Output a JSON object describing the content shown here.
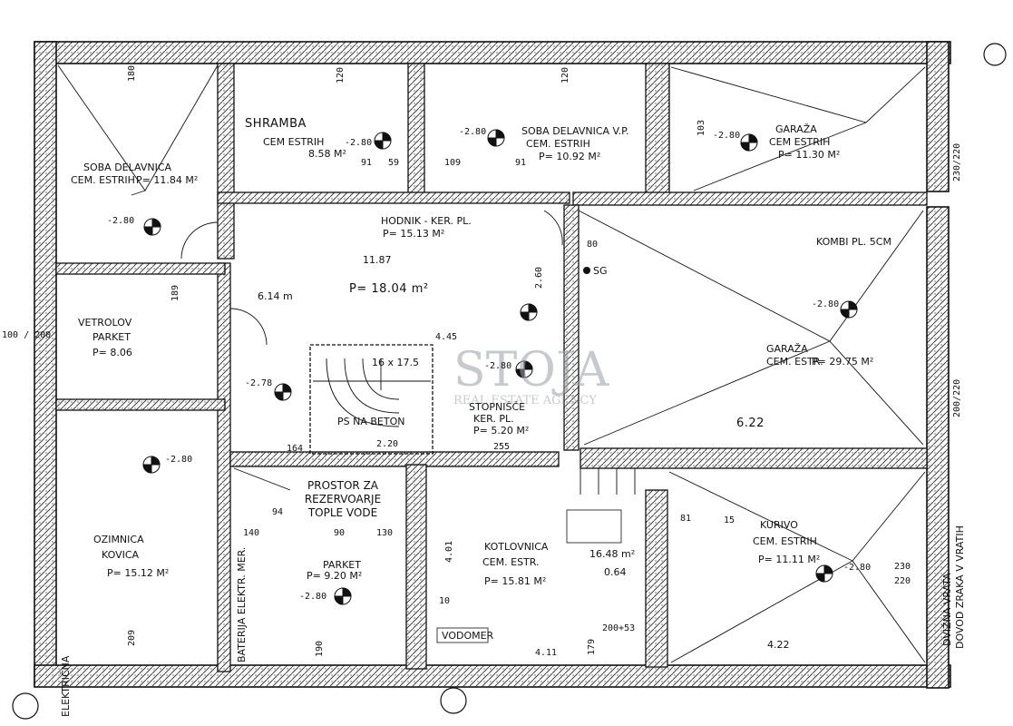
{
  "watermark": {
    "name": "STOJA",
    "tagline": "REAL ESTATE AGENCY"
  },
  "rooms": [
    {
      "id": "soba-delavnica-1",
      "name": "SOBA DELAVNICA",
      "floor": "CEM. ESTRIH",
      "area": "P= 11.84 M²",
      "level": "-2.80"
    },
    {
      "id": "shramba",
      "name": "SHRAMBA",
      "floor": "CEM ESTRIH",
      "area": "8.58 M²",
      "level": "-2.80"
    },
    {
      "id": "soba-delavnica-2",
      "name": "SOBA DELAVNICA V.P.",
      "floor": "CEM. ESTRIH",
      "area": "P= 10.92 M²",
      "level": "-2.80"
    },
    {
      "id": "garaza-1",
      "name": "GARAŽA",
      "floor": "CEM ESTRIH",
      "area": "P= 11.30 M²",
      "level": "-2.80"
    },
    {
      "id": "hodnik",
      "name": "HODNIK - KER. PL.",
      "floor": "",
      "area": "P= 15.13 M²",
      "level": ""
    },
    {
      "id": "hodnik-hand",
      "name": "",
      "floor": "",
      "area": "P= 18.04 m²",
      "level": "-2.78"
    },
    {
      "id": "vetrolov",
      "name": "VETROLOV",
      "floor": "PARKET",
      "area": "P= 8.06",
      "level": ""
    },
    {
      "id": "stopnisce",
      "name": "STOPNIŠČE",
      "floor": "KER. PL.",
      "area": "P= 5.20 M²",
      "level": "-2.80"
    },
    {
      "id": "garaza-2",
      "name": "GARAŽA",
      "floor": "CEM. ESTR.",
      "area": "P= 29.75 M²",
      "level": "-2.80"
    },
    {
      "id": "ozimnica",
      "name": "OZIMNICA",
      "floor": "KOVICA",
      "area": "P= 15.12 M²",
      "level": "-2.80"
    },
    {
      "id": "prostor-rezervoarje",
      "name": "PROSTOR ZA REZERVOARJE TOPLE VODE",
      "floor": "PARKET",
      "area": "P= 9.20 M²",
      "level": "-2.80"
    },
    {
      "id": "kotlovnica",
      "name": "KOTLOVNICA",
      "floor": "CEM. ESTR.",
      "area": "P= 15.81 M²",
      "level": ""
    },
    {
      "id": "kurivo",
      "name": "KURIVO",
      "floor": "CEM. ESTRIH",
      "area": "P= 11.11 M²",
      "level": "-2.80"
    }
  ],
  "annotations": {
    "kombi": "KOMBI PL. 5CM",
    "stairs_note": "16 x 17.5",
    "beton": "PS NA BETON",
    "vodomer": "VODOMER",
    "dvizna_vrata": "DVIŽNA VRATA",
    "dovod_zraka": "DOVOD ZRAKA V VRATIH",
    "baterija": "BATERIJA ELEKTR. MER.",
    "kotlovnica_area": "16.48 m²",
    "kotlovnica_sub": "0.64",
    "level_278": "-2.78",
    "margin_text": "ELEKTRIČNA",
    "sg": "SG",
    "hodnik_hand_1": "11.87",
    "hodnik_hand_2": "6.14 m"
  },
  "dimensions": {
    "d180": "180",
    "d120": "120",
    "d91": "91",
    "d59": "59",
    "d109": "109",
    "d103": "103",
    "d230_220": "230/220",
    "d200_220": "200/220",
    "d100_200": "100 / 200",
    "d189": "189",
    "d80": "80",
    "d260": "2.60",
    "d255": "255",
    "d220": "2.20",
    "d22": "6.22",
    "d94": "94",
    "d90": "90",
    "d130": "130",
    "d140": "140",
    "d401": "4.01",
    "d411": "4.11",
    "d179": "179",
    "d209": "209",
    "d200_53": "200+53",
    "d81": "81",
    "d15": "15",
    "d230": "230",
    "d220b": "220",
    "d422": "4.22",
    "d10": "10",
    "d190": "190",
    "d164": "164",
    "d445": "4.45"
  }
}
